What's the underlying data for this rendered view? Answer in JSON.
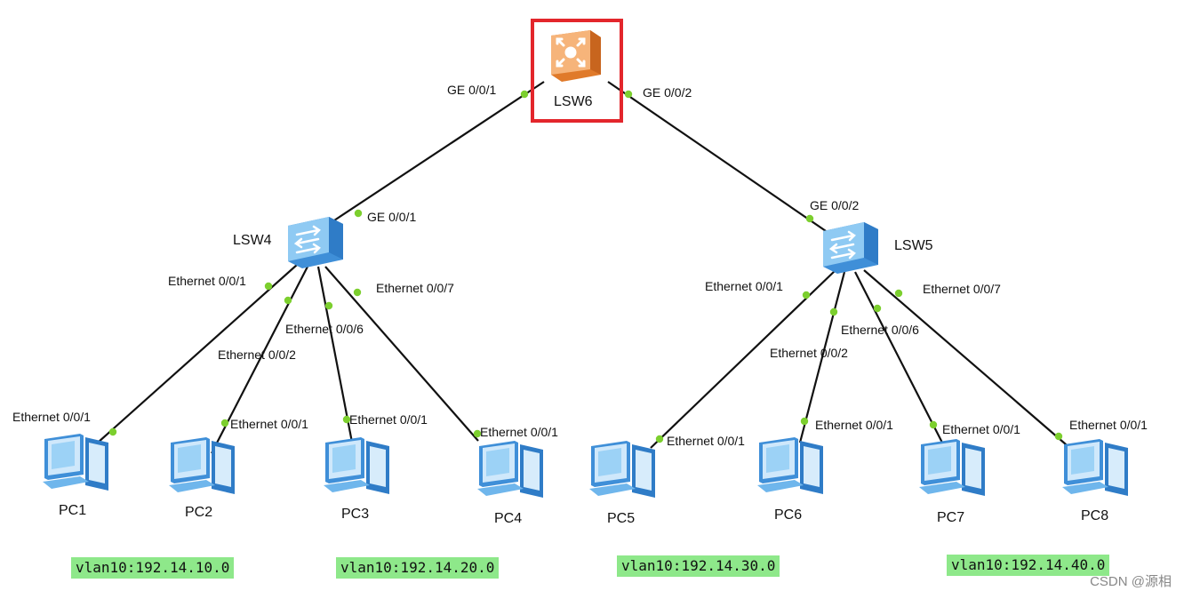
{
  "devices": {
    "lsw6": {
      "name": "LSW6",
      "type": "core-switch",
      "highlight_color": "#e3262c"
    },
    "lsw4": {
      "name": "LSW4",
      "type": "switch"
    },
    "lsw5": {
      "name": "LSW5",
      "type": "switch"
    },
    "pc1": {
      "name": "PC1"
    },
    "pc2": {
      "name": "PC2"
    },
    "pc3": {
      "name": "PC3"
    },
    "pc4": {
      "name": "PC4"
    },
    "pc5": {
      "name": "PC5"
    },
    "pc6": {
      "name": "PC6"
    },
    "pc7": {
      "name": "PC7"
    },
    "pc8": {
      "name": "PC8"
    }
  },
  "ports": {
    "lsw6_ge1": "GE 0/0/1",
    "lsw6_ge2": "GE 0/0/2",
    "lsw4_ge1": "GE 0/0/1",
    "lsw5_ge2": "GE 0/0/2",
    "lsw4_e1": "Ethernet 0/0/1",
    "lsw4_e2": "Ethernet 0/0/2",
    "lsw4_e6": "Ethernet 0/0/6",
    "lsw4_e7": "Ethernet 0/0/7",
    "lsw5_e1": "Ethernet 0/0/1",
    "lsw5_e2": "Ethernet 0/0/2",
    "lsw5_e6": "Ethernet 0/0/6",
    "lsw5_e7": "Ethernet 0/0/7",
    "pc1_e1": "Ethernet 0/0/1",
    "pc2_e1": "Ethernet 0/0/1",
    "pc3_e1": "Ethernet 0/0/1",
    "pc4_e1": "Ethernet 0/0/1",
    "pc5_e1": "Ethernet 0/0/1",
    "pc6_e1": "Ethernet 0/0/1",
    "pc7_e1": "Ethernet 0/0/1",
    "pc8_e1": "Ethernet 0/0/1"
  },
  "vlans": [
    "vlan10:192.14.10.0",
    "vlan10:192.14.20.0",
    "vlan10:192.14.30.0",
    "vlan10:192.14.40.0"
  ],
  "colors": {
    "link": "#111111",
    "port_dot": "#7ccf2e",
    "vlan_bg": "#8ee88a",
    "switch_blue": "#6fb6ec",
    "core_orange": "#f3a35e",
    "pc_blue": "#4fa3ea"
  },
  "watermark": "CSDN @源相"
}
